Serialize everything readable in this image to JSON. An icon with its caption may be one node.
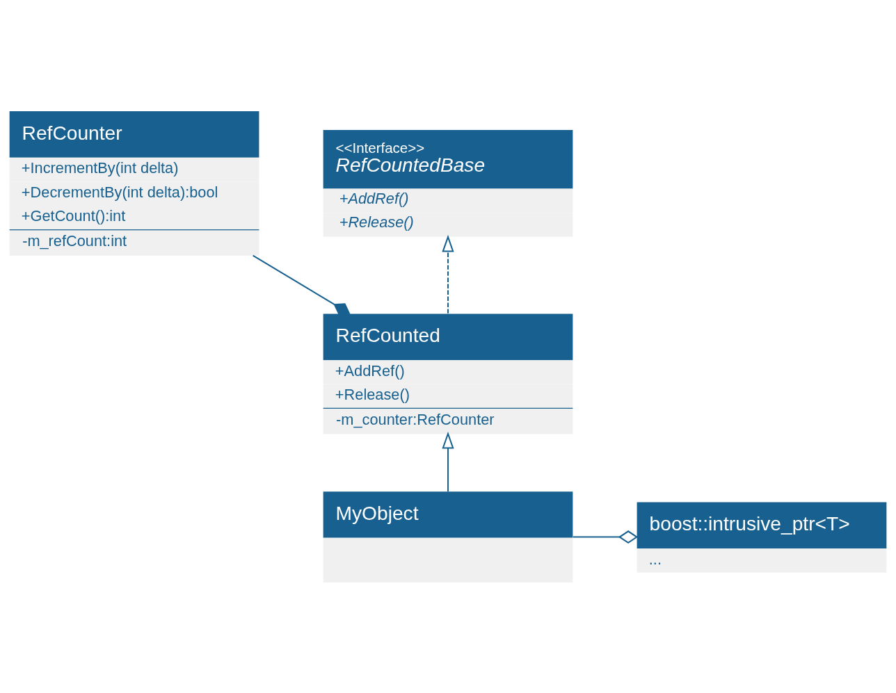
{
  "diagram": {
    "nodes": [
      {
        "text": [
          "RefCounter",
          "+IncrementBy(int delta)",
          "+DecrementBy(int delta):bool",
          "+GetCount():int",
          "-m_refCount:int"
        ]
      },
      {
        "text": [
          "<<Interface>>",
          "RefCountedBase",
          "+AddRef()",
          "+Release()"
        ]
      },
      {
        "text": [
          "RefCounted",
          "+AddRef()",
          "+Release()",
          "-m_counter:RefCounter"
        ]
      },
      {
        "text": [
          "boost::intrusive_ptr<T>",
          "..."
        ]
      },
      {
        "text": [
          "MyObject"
        ]
      }
    ],
    "edges": [
      {
        "from": 2,
        "to": 1,
        "arrow": "to",
        "style": "dashed"
      },
      {
        "from": 4,
        "to": 2,
        "arrow": "to"
      },
      {
        "from": 0,
        "to": 2,
        "arrow": "other"
      },
      {
        "from": 4,
        "to": 3,
        "arrow": "other"
      }
    ]
  }
}
